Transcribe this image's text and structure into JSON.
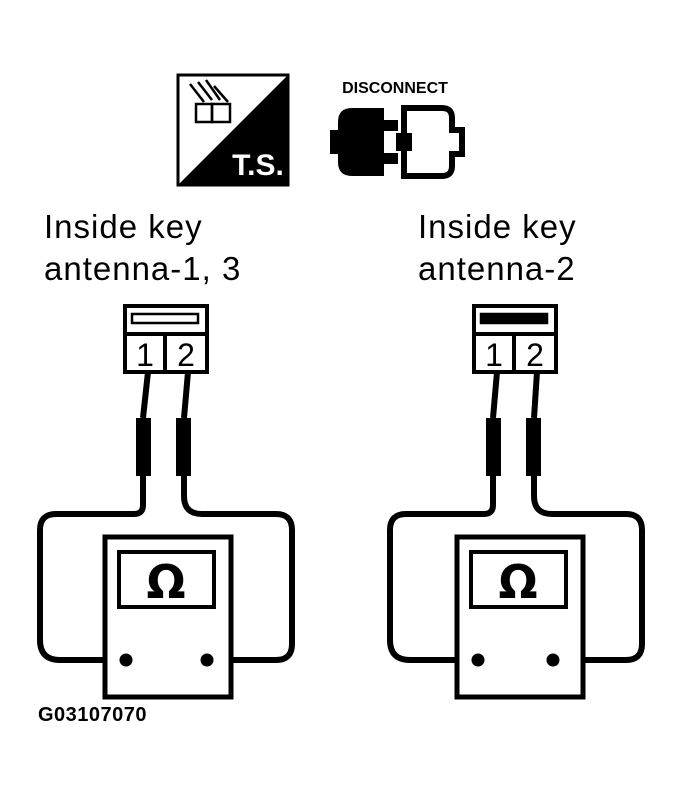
{
  "icons": {
    "ts_label": "T.S.",
    "disconnect_label": "DISCONNECT"
  },
  "left": {
    "label_line1": "Inside key",
    "label_line2": "antenna-1, 3",
    "pin1": "1",
    "pin2": "2",
    "meter_symbol": "Ω"
  },
  "right": {
    "label_line1": "Inside key",
    "label_line2": "antenna-2",
    "pin1": "1",
    "pin2": "2",
    "meter_symbol": "Ω"
  },
  "figure_id": "G03107070"
}
